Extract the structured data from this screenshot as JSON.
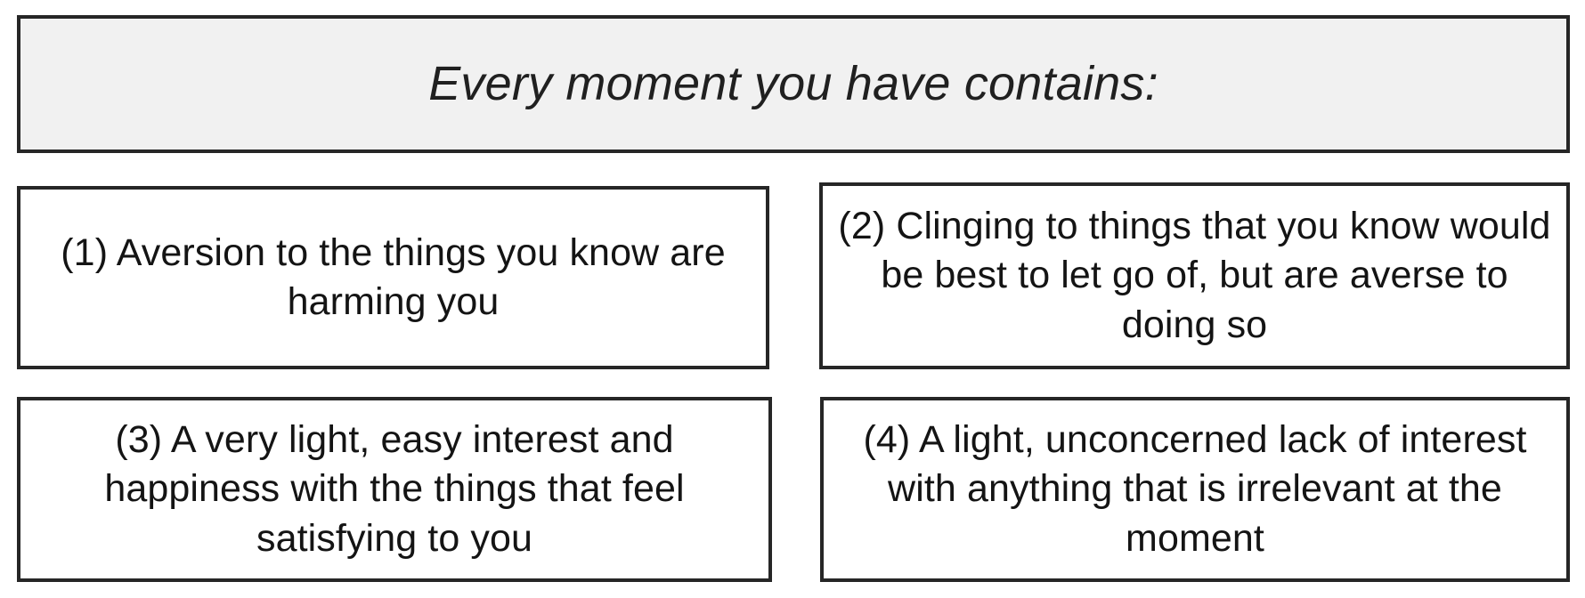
{
  "slide": {
    "background_color": "#ffffff",
    "header": {
      "title": "Every moment you have contains:",
      "background_color": "#f1f1f1",
      "border_color": "#262626",
      "text_color": "#202020"
    },
    "items": [
      {
        "id": "item-1",
        "text": "(1) Aversion to the things you know are harming you"
      },
      {
        "id": "item-2",
        "text": "(2) Clinging to things that you know would be best to let go of, but are averse to doing so"
      },
      {
        "id": "item-3",
        "text": "(3) A very light, easy interest and happiness with the things that feel satisfying to you"
      },
      {
        "id": "item-4",
        "text": "(4) A light, unconcerned lack of interest with anything that is irrelevant at the moment"
      }
    ],
    "item_style": {
      "background_color": "#ffffff",
      "border_color": "#262626",
      "text_color": "#141414"
    }
  }
}
